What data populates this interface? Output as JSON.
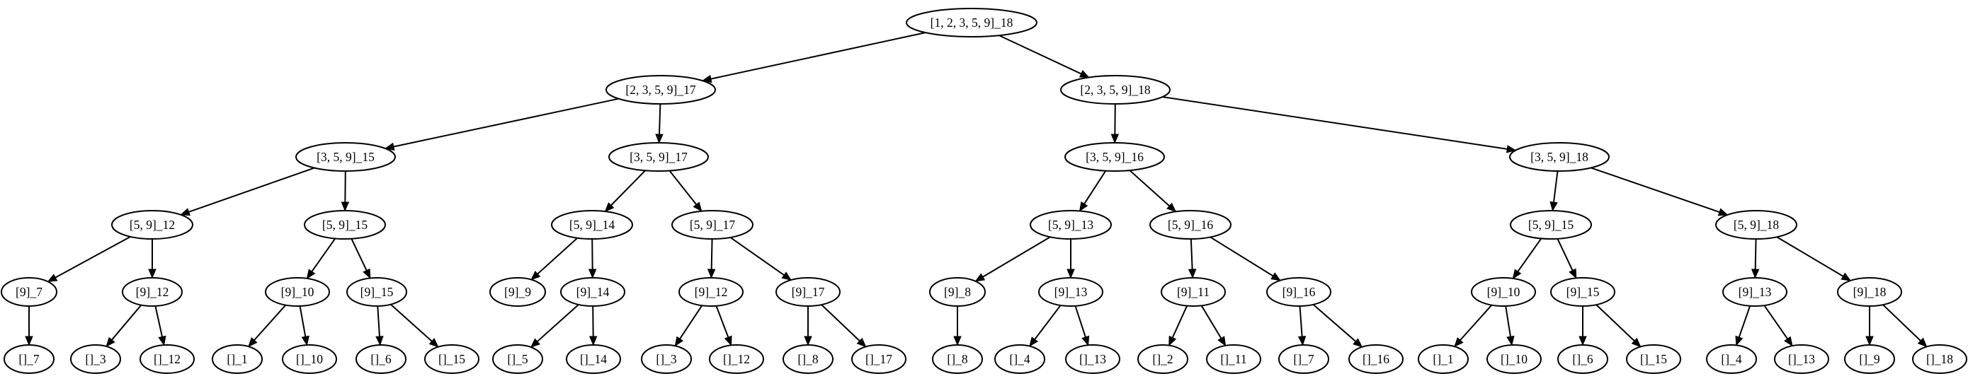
{
  "nodes": [
    {
      "id": "n0",
      "label": "[1, 2, 3, 5, 9]_18"
    },
    {
      "id": "n1",
      "label": "[2, 3, 5, 9]_17"
    },
    {
      "id": "n2",
      "label": "[2, 3, 5, 9]_18"
    },
    {
      "id": "n3",
      "label": "[3, 5, 9]_15"
    },
    {
      "id": "n4",
      "label": "[3, 5, 9]_17"
    },
    {
      "id": "n5",
      "label": "[3, 5, 9]_16"
    },
    {
      "id": "n6",
      "label": "[3, 5, 9]_18"
    },
    {
      "id": "n7",
      "label": "[5, 9]_12"
    },
    {
      "id": "n8",
      "label": "[5, 9]_15"
    },
    {
      "id": "n9",
      "label": "[5, 9]_14"
    },
    {
      "id": "n10",
      "label": "[5, 9]_17"
    },
    {
      "id": "n11",
      "label": "[5, 9]_13"
    },
    {
      "id": "n12",
      "label": "[5, 9]_16"
    },
    {
      "id": "n13",
      "label": "[5, 9]_15"
    },
    {
      "id": "n14",
      "label": "[5, 9]_18"
    },
    {
      "id": "n15",
      "label": "[9]_7"
    },
    {
      "id": "n16",
      "label": "[9]_12"
    },
    {
      "id": "n17",
      "label": "[9]_10"
    },
    {
      "id": "n18",
      "label": "[9]_15"
    },
    {
      "id": "n19",
      "label": "[9]_9"
    },
    {
      "id": "n20",
      "label": "[9]_14"
    },
    {
      "id": "n21",
      "label": "[9]_12"
    },
    {
      "id": "n22",
      "label": "[9]_17"
    },
    {
      "id": "n23",
      "label": "[9]_8"
    },
    {
      "id": "n24",
      "label": "[9]_13"
    },
    {
      "id": "n25",
      "label": "[9]_11"
    },
    {
      "id": "n26",
      "label": "[9]_16"
    },
    {
      "id": "n27",
      "label": "[9]_10"
    },
    {
      "id": "n28",
      "label": "[9]_15"
    },
    {
      "id": "n29",
      "label": "[9]_13"
    },
    {
      "id": "n30",
      "label": "[9]_18"
    },
    {
      "id": "n31",
      "label": "[]_7"
    },
    {
      "id": "n32",
      "label": "[]_3"
    },
    {
      "id": "n33",
      "label": "[]_12"
    },
    {
      "id": "n34",
      "label": "[]_1"
    },
    {
      "id": "n35",
      "label": "[]_10"
    },
    {
      "id": "n36",
      "label": "[]_6"
    },
    {
      "id": "n37",
      "label": "[]_15"
    },
    {
      "id": "n38",
      "label": "[]_5"
    },
    {
      "id": "n39",
      "label": "[]_14"
    },
    {
      "id": "n40",
      "label": "[]_3"
    },
    {
      "id": "n41",
      "label": "[]_12"
    },
    {
      "id": "n42",
      "label": "[]_8"
    },
    {
      "id": "n43",
      "label": "[]_17"
    },
    {
      "id": "n44",
      "label": "[]_8"
    },
    {
      "id": "n45",
      "label": "[]_4"
    },
    {
      "id": "n46",
      "label": "[]_13"
    },
    {
      "id": "n47",
      "label": "[]_2"
    },
    {
      "id": "n48",
      "label": "[]_11"
    },
    {
      "id": "n49",
      "label": "[]_7"
    },
    {
      "id": "n50",
      "label": "[]_16"
    },
    {
      "id": "n51",
      "label": "[]_1"
    },
    {
      "id": "n52",
      "label": "[]_10"
    },
    {
      "id": "n53",
      "label": "[]_6"
    },
    {
      "id": "n54",
      "label": "[]_15"
    },
    {
      "id": "n55",
      "label": "[]_4"
    },
    {
      "id": "n56",
      "label": "[]_13"
    },
    {
      "id": "n57",
      "label": "[]_9"
    },
    {
      "id": "n58",
      "label": "[]_18"
    }
  ],
  "edges": [
    [
      "n0",
      "n1"
    ],
    [
      "n0",
      "n2"
    ],
    [
      "n1",
      "n3"
    ],
    [
      "n1",
      "n4"
    ],
    [
      "n2",
      "n5"
    ],
    [
      "n2",
      "n6"
    ],
    [
      "n3",
      "n7"
    ],
    [
      "n3",
      "n8"
    ],
    [
      "n4",
      "n9"
    ],
    [
      "n4",
      "n10"
    ],
    [
      "n5",
      "n11"
    ],
    [
      "n5",
      "n12"
    ],
    [
      "n6",
      "n13"
    ],
    [
      "n6",
      "n14"
    ],
    [
      "n7",
      "n15"
    ],
    [
      "n7",
      "n16"
    ],
    [
      "n8",
      "n17"
    ],
    [
      "n8",
      "n18"
    ],
    [
      "n9",
      "n19"
    ],
    [
      "n9",
      "n20"
    ],
    [
      "n10",
      "n21"
    ],
    [
      "n10",
      "n22"
    ],
    [
      "n11",
      "n23"
    ],
    [
      "n11",
      "n24"
    ],
    [
      "n12",
      "n25"
    ],
    [
      "n12",
      "n26"
    ],
    [
      "n13",
      "n27"
    ],
    [
      "n13",
      "n28"
    ],
    [
      "n14",
      "n29"
    ],
    [
      "n14",
      "n30"
    ],
    [
      "n15",
      "n31"
    ],
    [
      "n16",
      "n32"
    ],
    [
      "n16",
      "n33"
    ],
    [
      "n17",
      "n34"
    ],
    [
      "n17",
      "n35"
    ],
    [
      "n18",
      "n36"
    ],
    [
      "n18",
      "n37"
    ],
    [
      "n20",
      "n38"
    ],
    [
      "n20",
      "n39"
    ],
    [
      "n21",
      "n40"
    ],
    [
      "n21",
      "n41"
    ],
    [
      "n22",
      "n42"
    ],
    [
      "n22",
      "n43"
    ],
    [
      "n23",
      "n44"
    ],
    [
      "n24",
      "n45"
    ],
    [
      "n24",
      "n46"
    ],
    [
      "n25",
      "n47"
    ],
    [
      "n25",
      "n48"
    ],
    [
      "n26",
      "n49"
    ],
    [
      "n26",
      "n50"
    ],
    [
      "n27",
      "n51"
    ],
    [
      "n27",
      "n52"
    ],
    [
      "n28",
      "n53"
    ],
    [
      "n28",
      "n54"
    ],
    [
      "n29",
      "n55"
    ],
    [
      "n29",
      "n56"
    ],
    [
      "n30",
      "n57"
    ],
    [
      "n30",
      "n58"
    ]
  ]
}
